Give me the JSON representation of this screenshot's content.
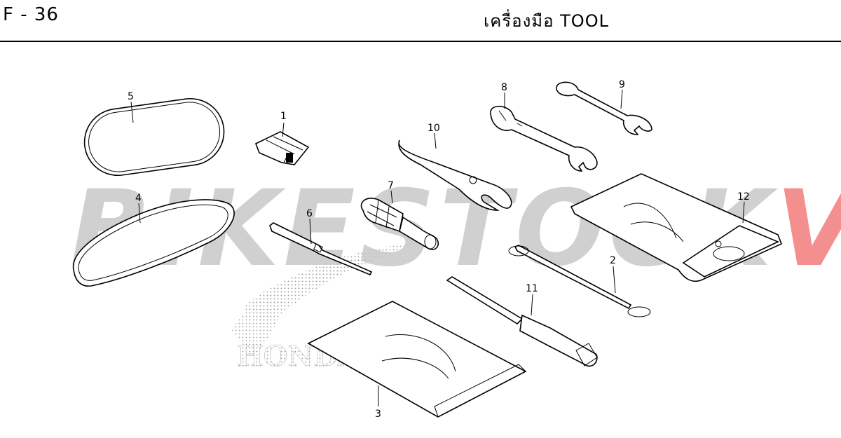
{
  "header": {
    "page_code": "F - 36",
    "title": "เครื่องมือ  TOOL"
  },
  "watermark": {
    "text_main": "BIKESTOCK",
    "text_accent": "VN",
    "main_color": "#c8c8c8",
    "accent_color": "#f06a6a"
  },
  "logo": {
    "brand_text": "HONDA"
  },
  "callouts": [
    "1",
    "2",
    "3",
    "4",
    "5",
    "6",
    "7",
    "8",
    "9",
    "10",
    "11",
    "12"
  ]
}
